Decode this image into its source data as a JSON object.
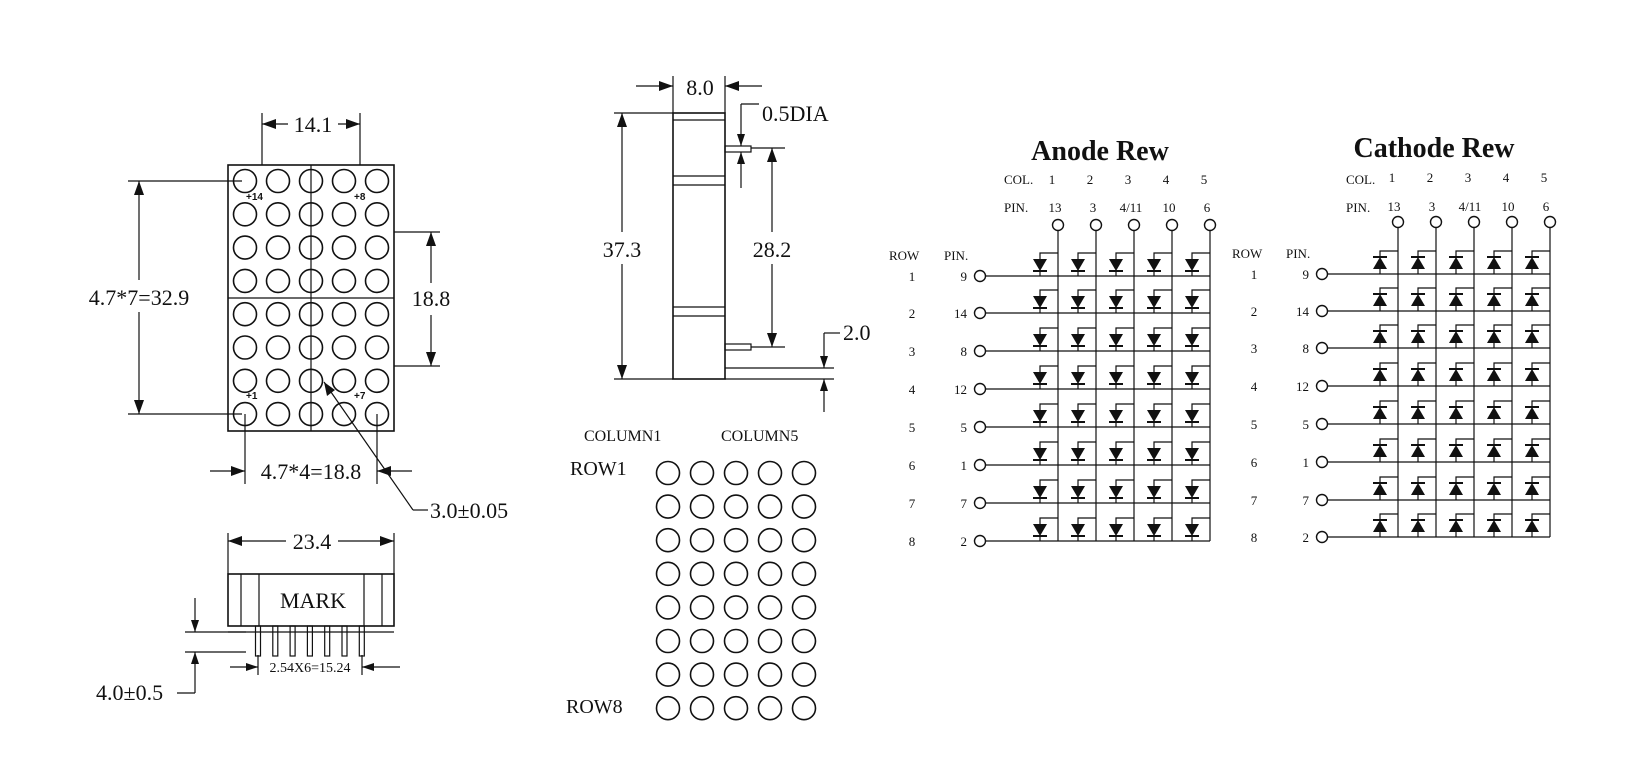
{
  "front_view": {
    "width_dim": "14.1",
    "height_dim": "4.7*7=32.9",
    "half_height_dim": "18.8",
    "pitch_dim": "4.7*4=18.8",
    "dot_dim": "3.0±0.05",
    "pin_labels": {
      "p14": "+14",
      "p8": "+8",
      "p1": "+1",
      "p7": "+7"
    }
  },
  "bottom_view": {
    "width_dim": "23.4",
    "mark_label": "MARK",
    "pin_pitch_dim": "2.54X6=15.24",
    "pin_length_dim": "4.0±0.5"
  },
  "side_view": {
    "thickness_dim": "8.0",
    "pin_dia_dim": "0.5DIA",
    "height_dim": "37.3",
    "pin_span_dim": "28.2",
    "pin_offset_dim": "2.0"
  },
  "dot_layout": {
    "col_first": "COLUMN1",
    "col_last": "COLUMN5",
    "row_first": "ROW1",
    "row_last": "ROW8"
  },
  "anode": {
    "title": "Anode Rew",
    "col_header": "COL.",
    "pin_header": "PIN.",
    "row_header": "ROW",
    "row_pin_header": "PIN.",
    "col_numbers": [
      "1",
      "2",
      "3",
      "4",
      "5"
    ],
    "col_pins": [
      "13",
      "3",
      "4/11",
      "10",
      "6"
    ],
    "row_numbers": [
      "1",
      "2",
      "3",
      "4",
      "5",
      "6",
      "7",
      "8"
    ],
    "row_pins": [
      "9",
      "14",
      "8",
      "12",
      "5",
      "1",
      "7",
      "2"
    ]
  },
  "cathode": {
    "title": "Cathode Rew",
    "col_header": "COL.",
    "pin_header": "PIN.",
    "row_header": "ROW",
    "row_pin_header": "PIN.",
    "col_numbers": [
      "1",
      "2",
      "3",
      "4",
      "5"
    ],
    "col_pins": [
      "13",
      "3",
      "4/11",
      "10",
      "6"
    ],
    "row_numbers": [
      "1",
      "2",
      "3",
      "4",
      "5",
      "6",
      "7",
      "8"
    ],
    "row_pins": [
      "9",
      "14",
      "8",
      "12",
      "5",
      "1",
      "7",
      "2"
    ]
  }
}
